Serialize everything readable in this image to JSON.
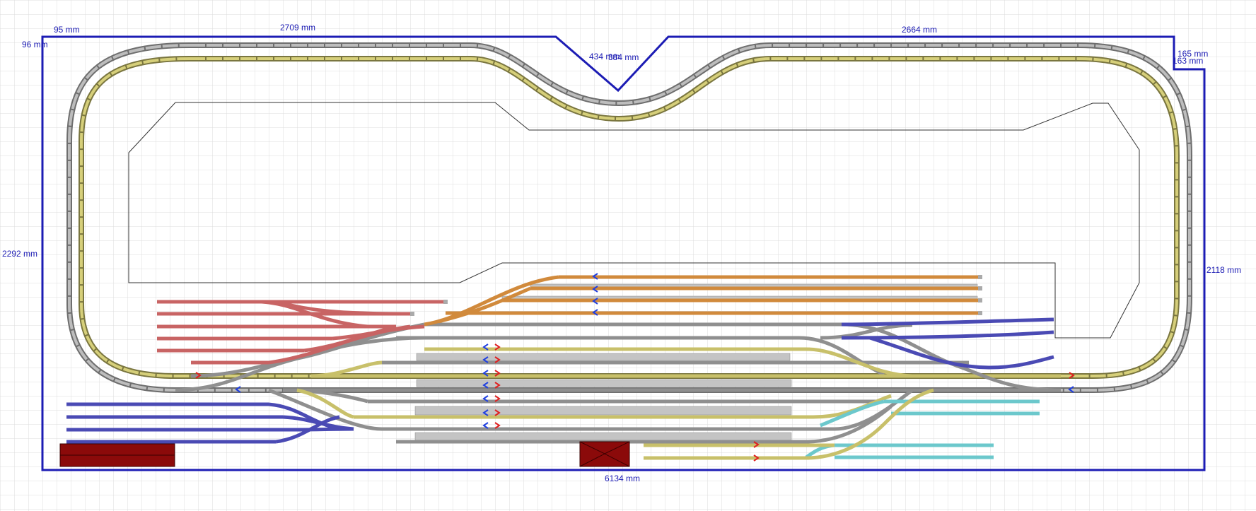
{
  "dimensions": {
    "top_left_short": "95 mm",
    "top_left": "2709 mm",
    "top_notch_a": "434 mm",
    "top_notch_b": "384 mm",
    "top_right": "2664 mm",
    "right_step_a": "165 mm",
    "right_step_b": "163 mm",
    "left_top": "96 mm",
    "left_height": "2292 mm",
    "right_height": "2118 mm",
    "bottom_width": "6134 mm"
  },
  "colors": {
    "grid": "#d9d9d9",
    "room_outline": "#1c1cb4",
    "dimension_text": "#1c1cb4",
    "track_gray": "#8f8f8f",
    "track_yellow": "#d6cf7a",
    "track_red": "#c86464",
    "track_orange": "#d18a3c",
    "track_blue": "#4a4ab4",
    "track_cyan": "#6cc8cc",
    "platform": "#c4c4c4",
    "building": "#8b0a0a",
    "signal_red": "#e02020",
    "signal_blue": "#2040e0"
  },
  "icons": {
    "signal_east": "red-chevron",
    "signal_west": "blue-chevron"
  }
}
